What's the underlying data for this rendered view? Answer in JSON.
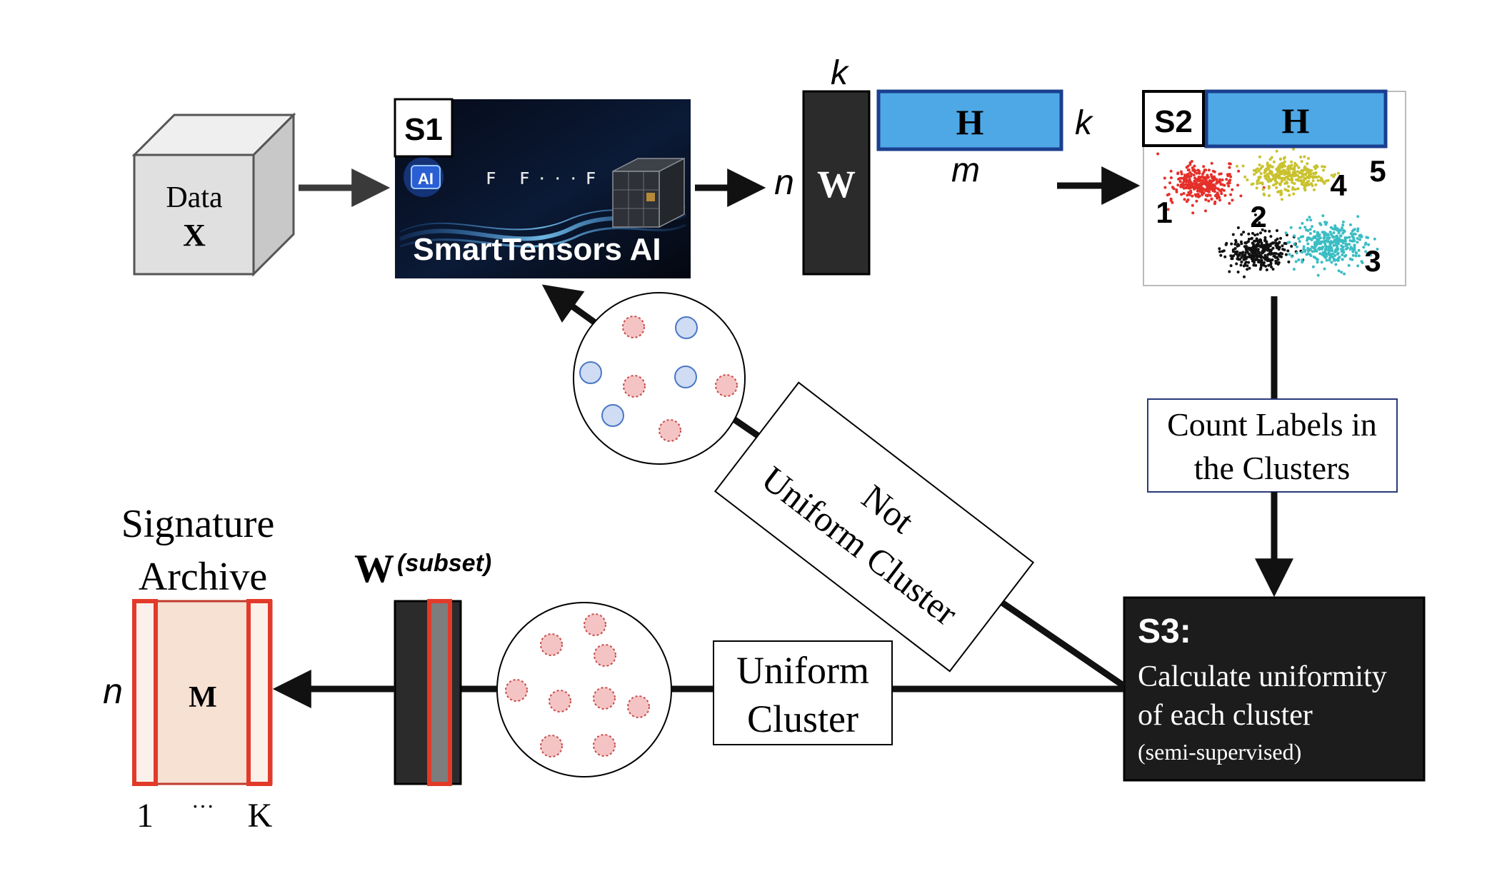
{
  "data_cube": {
    "line1": "Data",
    "line2": "X"
  },
  "s1": {
    "badge": "S1",
    "title": "SmartTensors AI",
    "ai_badge": "AI"
  },
  "factorization": {
    "w_label": "W",
    "h_label": "H",
    "n_label": "n",
    "k_top_label": "k",
    "k_right_label": "k",
    "m_label": "m"
  },
  "s2": {
    "badge": "S2",
    "h_label": "H",
    "cluster_labels": [
      "1",
      "2",
      "3",
      "4",
      "5"
    ]
  },
  "count_box": {
    "line1": "Count Labels in",
    "line2": "the Clusters"
  },
  "s3": {
    "title": "S3:",
    "line1": "Calculate uniformity",
    "line2": "of each cluster",
    "line3": "(semi-supervised)"
  },
  "not_uniform": {
    "line1": "Not",
    "line2": "Uniform Cluster"
  },
  "uniform": {
    "line1": "Uniform",
    "line2": "Cluster"
  },
  "w_subset": {
    "base": "W",
    "superscript": "(subset)"
  },
  "archive": {
    "title_line1": "Signature",
    "title_line2": "Archive",
    "matrix_label": "M",
    "n_label": "n",
    "index_start": "1",
    "ellipsis": "···",
    "index_end": "K"
  },
  "colors": {
    "h_fill": "#4ea8e6",
    "h_stroke": "#1a3f8f",
    "w_fill": "#2b2b2b",
    "archive_fill": "#f6e1d3",
    "highlight": "#e23a2a",
    "s3_fill": "#1c1c1c",
    "cluster_1": "#e5302a",
    "cluster_2": "#111111",
    "cluster_3": "#3bbdc4",
    "cluster_4": "#c9c22e",
    "cluster_5": "#9c4fc0"
  }
}
